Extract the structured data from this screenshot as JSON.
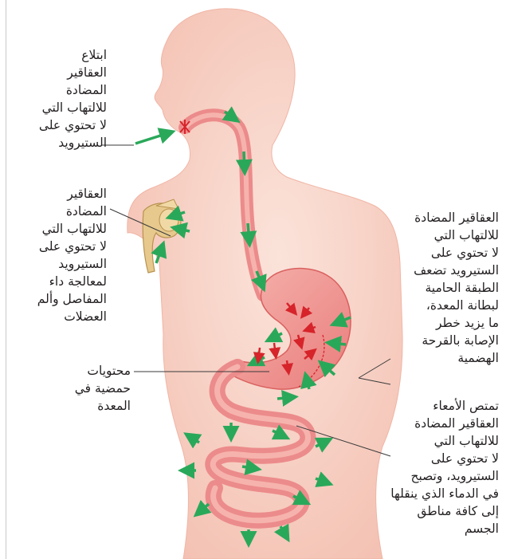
{
  "labels": {
    "ingestion": "ابتلاع\nالعقاقير\nالمضادة\nللالتهاب التي\nلا تحتوي على\nالستيرويد",
    "joints": "العقاقير\nالمضادة\nللالتهاب التي\nلا تحتوي على\nالستيرويد\nلمعالجة داء\nالمفاصل وألم\nالعضلات",
    "stomach_lining": "العقاقير المضادة\nللالتهاب التي\nلا تحتوي على\nالستيرويد تضعف\nالطبقة الحامية\nلبطانة المعدة،\nما يزيد خطر\nالإصابة بالقرحة\nالهضمية",
    "acid": "محتويات\nحمضية في\nالمعدة",
    "intestine": "تمتص الأمعاء\nالعقاقير المضادة\nللالتهاب التي\nلا تحتوي على\nالستيرويد، وتصبح\nفي الدماء الذي ينقلها\nإلى كافة مناطق\nالجسم"
  },
  "colors": {
    "skin": "#f7cfc2",
    "skin_light": "#fbe3da",
    "tract": "#ec8b8b",
    "tract_dark": "#d9605f",
    "arrow_green": "#2aa85a",
    "arrow_red": "#d6242a",
    "bone": "#e7c98d",
    "leader_line": "#3a3a3a"
  }
}
